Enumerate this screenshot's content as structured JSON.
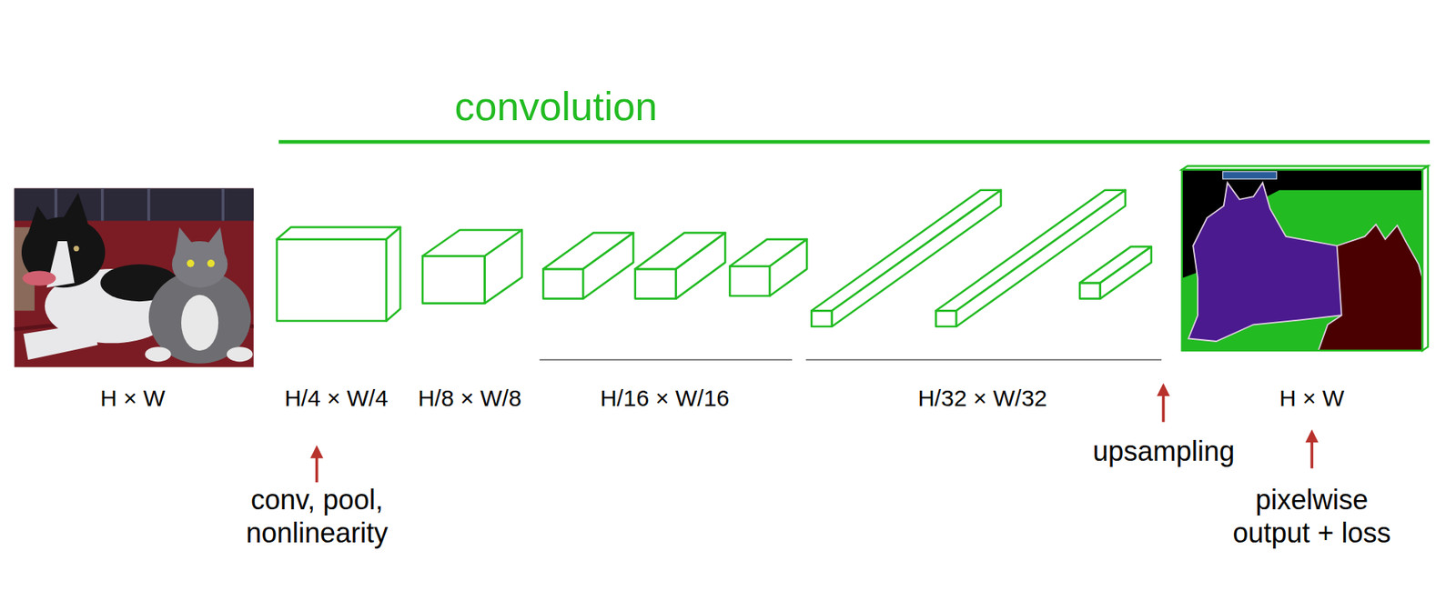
{
  "diagram": {
    "labels": [
      "convolution",
      "H × W",
      "H/4 × W/4",
      "H/8 × W/8",
      "H/16 × W/16",
      "H/32 × W/32",
      "H × W",
      "conv, pool, nonlinearity",
      "upsampling",
      "pixelwise output + loss"
    ]
  }
}
